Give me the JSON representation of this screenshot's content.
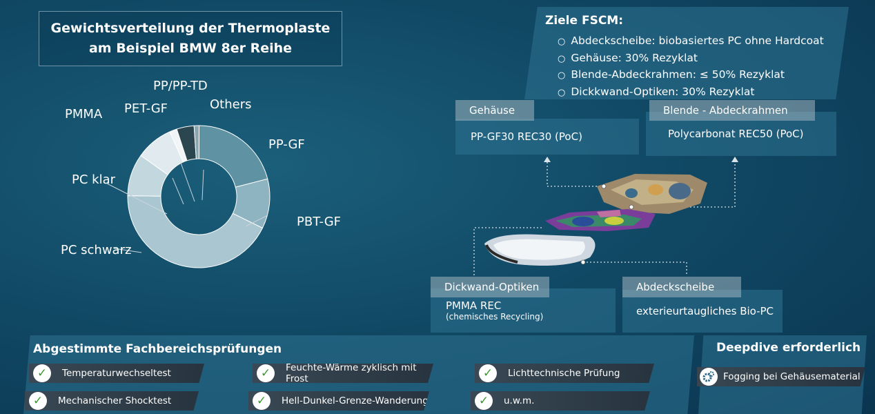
{
  "title": {
    "line1": "Gewichtsverteilung der Thermoplaste",
    "line2": "am Beispiel BMW 8er Reihe"
  },
  "chart_data": {
    "type": "pie",
    "donut": true,
    "categories": [
      "PP-GF",
      "PBT-GF",
      "PC schwarz",
      "PC klar",
      "PMMA",
      "PET-GF",
      "PP/PP-TD",
      "Others"
    ],
    "values": [
      18.5,
      10,
      38,
      8.5,
      7.5,
      1.5,
      3.5,
      1
    ],
    "colors": [
      "#5f93a3",
      "#8eb4c1",
      "#aac6d1",
      "#c3d7df",
      "#e1ebef",
      "#f1f5f7",
      "#2c4650",
      "#8aa7b0"
    ]
  },
  "fscm": {
    "title": "Ziele FSCM:",
    "items": [
      "Abdeckscheibe: biobasiertes PC ohne Hardcoat",
      "Gehäuse: 30% Rezyklat",
      "Blende-Abdeckrahmen: ≤ 50% Rezyklat",
      "Dickkwand-Optiken: 30% Rezyklat"
    ]
  },
  "components": {
    "gehaeuse": {
      "tag": "Gehäuse",
      "value": "PP-GF30 REC30 (PoC)"
    },
    "blende": {
      "tag": "Blende - Abdeckrahmen",
      "value": "Polycarbonat REC50 (PoC)"
    },
    "dickwand": {
      "tag": "Dickwand-Optiken",
      "value": "PMMA REC",
      "note": "(chemisches Recycling)"
    },
    "abdeckscheibe": {
      "tag": "Abdeckscheibe",
      "value": "exterieurtaugliches Bio-PC"
    }
  },
  "pruefungen": {
    "title": "Abgestimmte Fachbereichsprüfungen",
    "items": [
      "Temperaturwechseltest",
      "Feuchte-Wärme zyklisch mit Frost",
      "Lichttechnische Prüfung",
      "Mechanischer Shocktest",
      "Hell-Dunkel-Grenze-Wanderung",
      "u.w.m."
    ]
  },
  "deepdive": {
    "title": "Deepdive erforderlich",
    "item": "Fogging bei Gehäusematerial"
  }
}
